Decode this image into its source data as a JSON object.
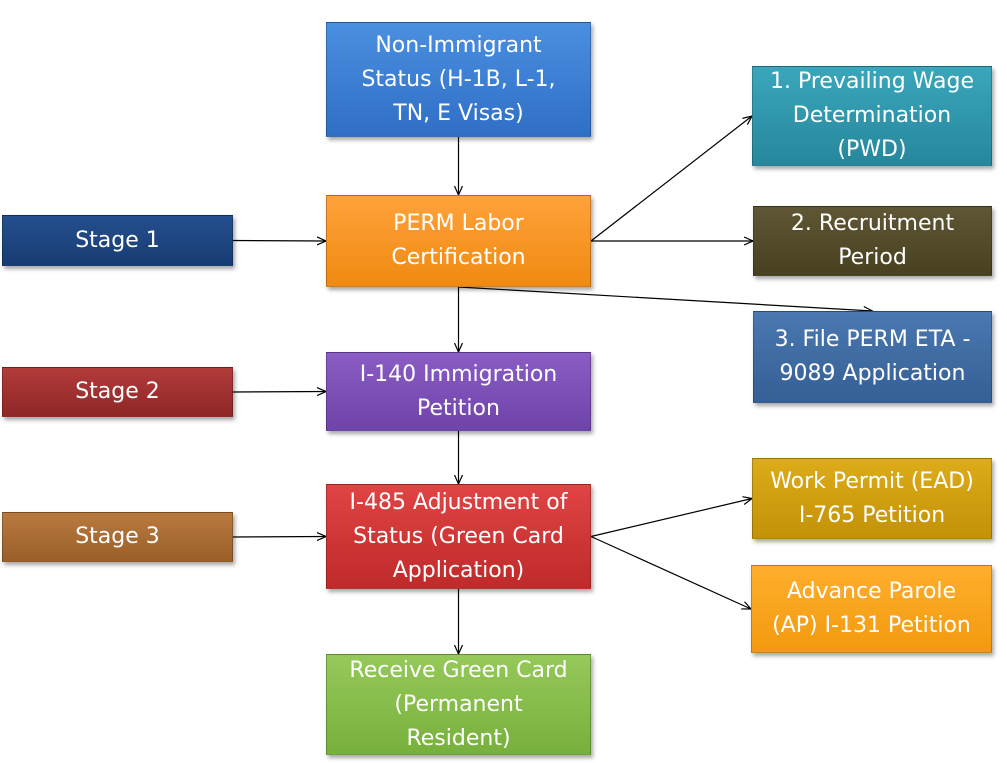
{
  "diagram": {
    "nodes": {
      "nonimmigrant": "Non-Immigrant\nStatus (H-1B, L-1,\nTN, E Visas)",
      "perm": "PERM Labor\nCertification",
      "i140": "I-140 Immigration\nPetition",
      "i485": "I-485 Adjustment of\nStatus (Green Card\nApplication)",
      "greencard": "Receive Green Card\n(Permanent\nResident)",
      "stage1": "Stage 1",
      "stage2": "Stage 2",
      "stage3": "Stage 3",
      "pwd": "1. Prevailing Wage\nDetermination\n(PWD)",
      "recruitment": "2. Recruitment\nPeriod",
      "eta": "3. File PERM ETA -\n9089 Application",
      "ead": "Work Permit (EAD)\nI-765 Petition",
      "ap": "Advance Parole\n(AP) I-131 Petition"
    },
    "edges": [
      {
        "from": "nonimmigrant",
        "to": "perm"
      },
      {
        "from": "perm",
        "to": "i140"
      },
      {
        "from": "i140",
        "to": "i485"
      },
      {
        "from": "i485",
        "to": "greencard"
      },
      {
        "from": "stage1",
        "to": "perm"
      },
      {
        "from": "stage2",
        "to": "i140"
      },
      {
        "from": "stage3",
        "to": "i485"
      },
      {
        "from": "perm",
        "to": "pwd"
      },
      {
        "from": "perm",
        "to": "recruitment"
      },
      {
        "from": "perm",
        "to": "eta"
      },
      {
        "from": "i485",
        "to": "ead"
      },
      {
        "from": "i485",
        "to": "ap"
      }
    ]
  }
}
